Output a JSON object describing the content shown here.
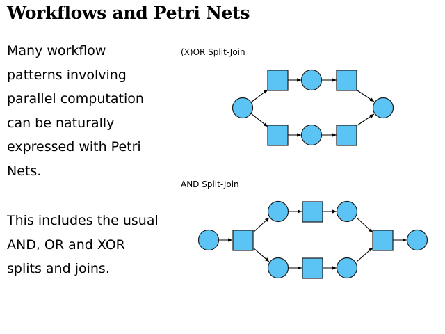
{
  "slide": {
    "title": "Workflows and Petri Nets",
    "paragraph1": [
      "Many workflow",
      "patterns involving",
      "parallel computation",
      "can be naturally",
      "expressed with Petri",
      "Nets."
    ],
    "paragraph2": [
      "This includes the usual",
      "AND, OR and XOR",
      "splits and joins."
    ]
  },
  "diagrams": {
    "xor": {
      "label": "(X)OR Split-Join"
    },
    "and": {
      "label": "AND Split-Join"
    }
  },
  "colors": {
    "node_fill": "#5bc4f5",
    "node_stroke": "#1a1a1a",
    "arc": "#000000"
  }
}
